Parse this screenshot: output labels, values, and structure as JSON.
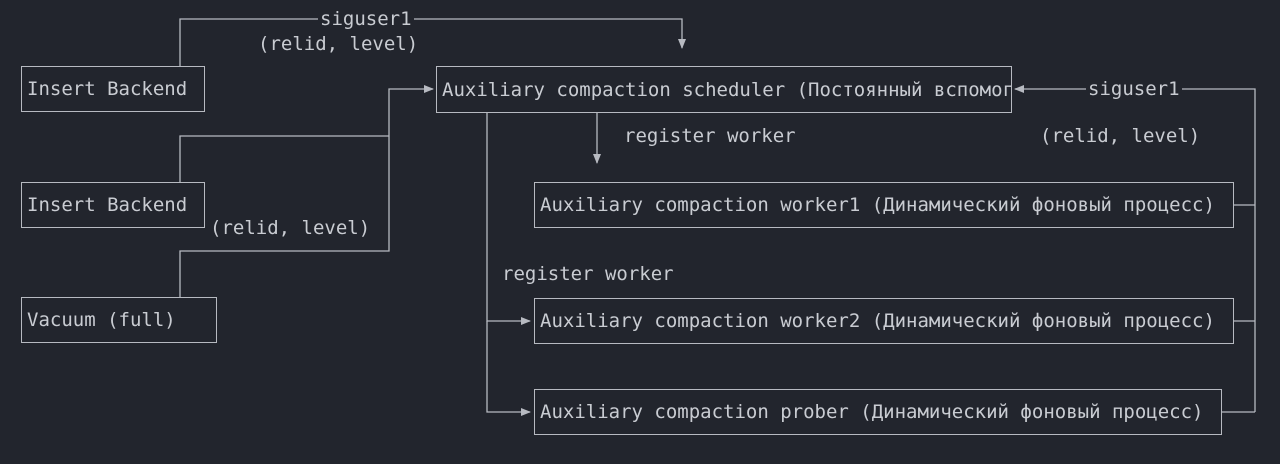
{
  "nodes": {
    "insert_backend_1": "Insert Backend",
    "insert_backend_2": "Insert Backend",
    "vacuum_full": "Vacuum (full)",
    "scheduler": "Auxiliary compaction scheduler (Постоянный вспомогательный процесс)",
    "worker1": "Auxiliary compaction worker1 (Динамический фоновый процесс)",
    "worker2": "Auxiliary compaction worker2 (Динамический фоновый процесс)",
    "prober": "Auxiliary compaction prober (Динамический фоновый процесс)"
  },
  "edge_labels": {
    "top_signal": "siguser1",
    "top_args": "(relid, level)",
    "left_args": "(relid, level)",
    "register_worker_1": "register worker",
    "register_worker_2": "register worker",
    "right_signal": "siguser1",
    "right_args": "(relid, level)"
  },
  "colors": {
    "background": "#22252d",
    "line": "#b7bac1",
    "text": "#c9ccd2"
  }
}
